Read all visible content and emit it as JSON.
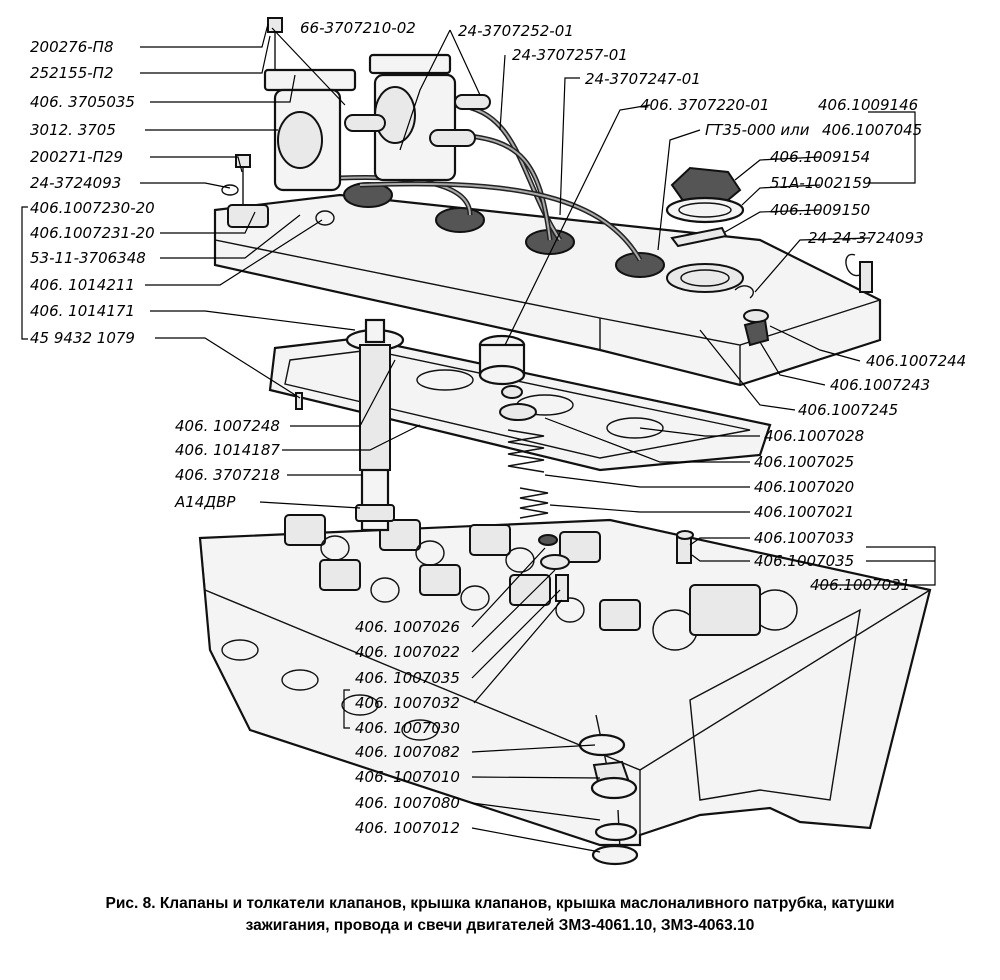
{
  "labels": [
    {
      "id": "l1",
      "text": "200276-П8"
    },
    {
      "id": "l2",
      "text": "252155-П2"
    },
    {
      "id": "l3",
      "text": "406. 3705035"
    },
    {
      "id": "l4",
      "text": "3012. 3705"
    },
    {
      "id": "l5",
      "text": "200271-П29"
    },
    {
      "id": "l6",
      "text": "24-3724093"
    },
    {
      "id": "l7",
      "text": "406.1007230-20"
    },
    {
      "id": "l8",
      "text": "406.1007231-20"
    },
    {
      "id": "l9",
      "text": "53-11-3706348"
    },
    {
      "id": "l10",
      "text": "406. 1014211"
    },
    {
      "id": "l11",
      "text": "406. 1014171"
    },
    {
      "id": "l12",
      "text": "45 9432 1079"
    },
    {
      "id": "l13",
      "text": "66-3707210-02"
    },
    {
      "id": "l14",
      "text": "24-3707252-01"
    },
    {
      "id": "l15",
      "text": "24-3707257-01"
    },
    {
      "id": "l16",
      "text": "24-3707247-01"
    },
    {
      "id": "l17",
      "text": "406. 3707220-01"
    },
    {
      "id": "l18",
      "text": "ГТ35-000 или"
    },
    {
      "id": "l19",
      "text": "406.1009146"
    },
    {
      "id": "l20",
      "text": "406.1007045"
    },
    {
      "id": "l21",
      "text": "406.1009154"
    },
    {
      "id": "l22",
      "text": "51А-1002159"
    },
    {
      "id": "l23",
      "text": "406.1009150"
    },
    {
      "id": "l24",
      "text": "24-24-3724093"
    },
    {
      "id": "l25",
      "text": "406.1007244"
    },
    {
      "id": "l26",
      "text": "406.1007243"
    },
    {
      "id": "l27",
      "text": "406.1007245"
    },
    {
      "id": "l28",
      "text": "406.1007028"
    },
    {
      "id": "l29",
      "text": "406.1007025"
    },
    {
      "id": "l30",
      "text": "406.1007020"
    },
    {
      "id": "l31",
      "text": "406.1007021"
    },
    {
      "id": "l32",
      "text": "406.1007033"
    },
    {
      "id": "l33",
      "text": "406.1007035"
    },
    {
      "id": "l34",
      "text": "406.1007031"
    },
    {
      "id": "l35",
      "text": "406. 1007248"
    },
    {
      "id": "l36",
      "text": "406. 1014187"
    },
    {
      "id": "l37",
      "text": "406. 3707218"
    },
    {
      "id": "l38",
      "text": "А14ДВР"
    },
    {
      "id": "l39",
      "text": "406. 1007026"
    },
    {
      "id": "l40",
      "text": "406. 1007022"
    },
    {
      "id": "l41",
      "text": "406. 1007035"
    },
    {
      "id": "l42",
      "text": "406. 1007032"
    },
    {
      "id": "l43",
      "text": "406. 1007030"
    },
    {
      "id": "l44",
      "text": "406. 1007082"
    },
    {
      "id": "l45",
      "text": "406. 1007010"
    },
    {
      "id": "l46",
      "text": "406. 1007080"
    },
    {
      "id": "l47",
      "text": "406. 1007012"
    }
  ],
  "caption": {
    "line1": "Рис. 8. Клапаны и толкатели клапанов, крышка клапанов, крышка маслоналивного патрубка, катушки",
    "line2": "зажигания, провода и свечи двигателей ЗМЗ-4061.10, ЗМЗ-4063.10"
  }
}
